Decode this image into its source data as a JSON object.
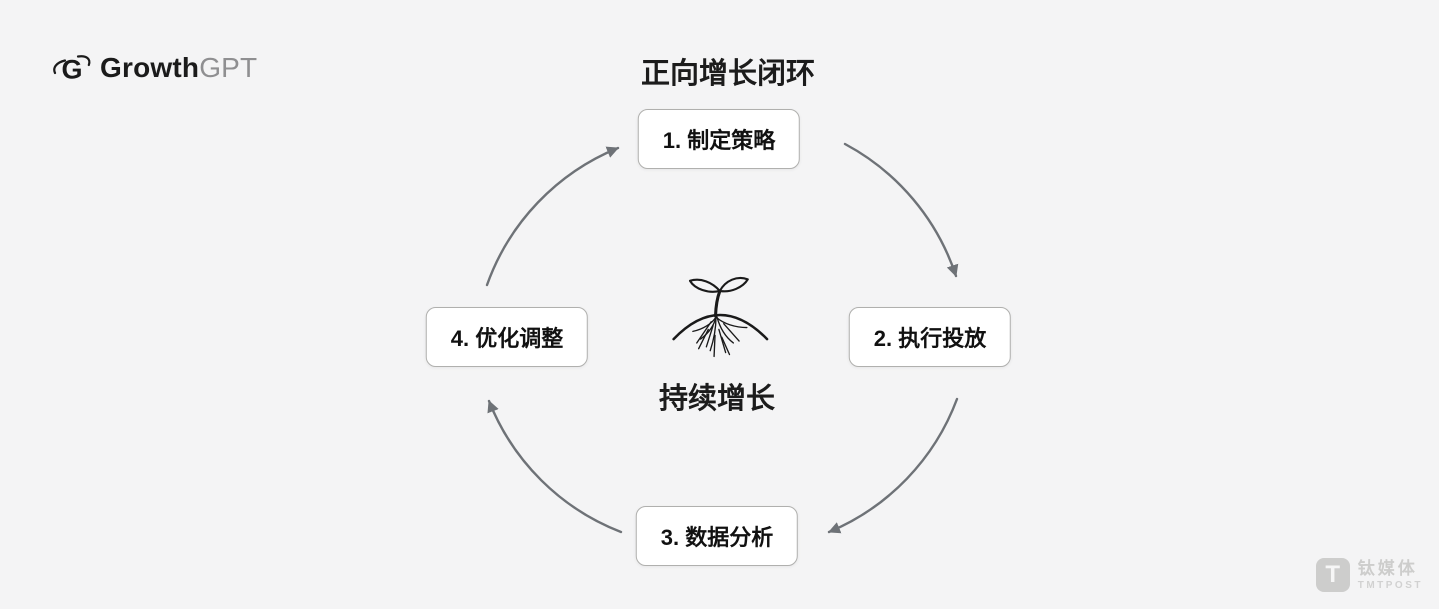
{
  "colors": {
    "bg": "#f4f4f5",
    "ink": "#1b1b1b",
    "arrow": "#6e7277",
    "box-border": "#b0b0ae",
    "box-fill": "#ffffff",
    "brand-secondary": "#8f8f91",
    "watermark": "#c7c7c5"
  },
  "header": {
    "logo": {
      "icon": "orbit-g-icon",
      "brand_primary": "Growth",
      "brand_secondary": "GPT"
    },
    "title": "正向增长闭环"
  },
  "cycle": {
    "direction": "clockwise",
    "steps": [
      {
        "label": "1. 制定策略",
        "position": "top"
      },
      {
        "label": "2. 执行投放",
        "position": "right"
      },
      {
        "label": "3. 数据分析",
        "position": "bottom"
      },
      {
        "label": "4. 优化调整",
        "position": "left"
      }
    ],
    "center": {
      "icon": "sprout-roots-icon",
      "caption": "持续增长"
    }
  },
  "watermark": {
    "logo_letter": "T",
    "name": "钛媒体",
    "subtitle": "TMTPOST"
  }
}
